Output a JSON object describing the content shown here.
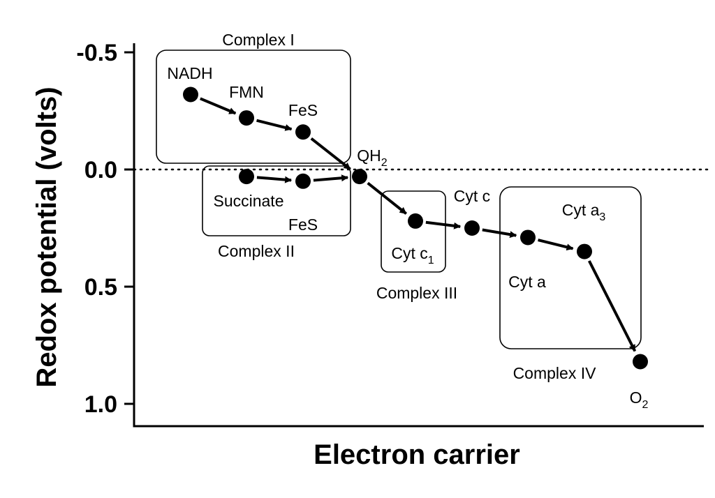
{
  "chart_data": {
    "type": "scatter",
    "title": "",
    "xlabel": "Electron carrier",
    "ylabel": "Redox potential (volts)",
    "y_inverted": true,
    "ylim": [
      -0.5,
      1.1
    ],
    "y_ticks": [
      "-0.5",
      "0.0",
      "0.5",
      "1.0"
    ],
    "reference_line": {
      "y": 0.0,
      "style": "dotted"
    },
    "points": [
      {
        "id": "nadh",
        "label": "NADH",
        "sub": "",
        "x": 1,
        "y": -0.32
      },
      {
        "id": "fmn",
        "label": "FMN",
        "sub": "",
        "x": 2,
        "y": -0.22
      },
      {
        "id": "fes1",
        "label": "FeS",
        "sub": "",
        "x": 3,
        "y": -0.16
      },
      {
        "id": "succ",
        "label": "Succinate",
        "sub": "",
        "x": 2,
        "y": 0.03
      },
      {
        "id": "fes2",
        "label": "FeS",
        "sub": "",
        "x": 3,
        "y": 0.05
      },
      {
        "id": "qh2",
        "label": "QH",
        "sub": "2",
        "x": 4,
        "y": 0.03
      },
      {
        "id": "cytc1",
        "label": "Cyt c",
        "sub": "1",
        "x": 5,
        "y": 0.22
      },
      {
        "id": "cytc",
        "label": "Cyt c",
        "sub": "",
        "x": 6,
        "y": 0.25
      },
      {
        "id": "cyta",
        "label": "Cyt a",
        "sub": "",
        "x": 7,
        "y": 0.29
      },
      {
        "id": "cyta3",
        "label": "Cyt a",
        "sub": "3",
        "x": 8,
        "y": 0.35
      },
      {
        "id": "o2",
        "label": "O",
        "sub": "2",
        "x": 9,
        "y": 0.82
      }
    ],
    "arrows": [
      [
        "nadh",
        "fmn"
      ],
      [
        "fmn",
        "fes1"
      ],
      [
        "fes1",
        "qh2"
      ],
      [
        "succ",
        "fes2"
      ],
      [
        "fes2",
        "qh2"
      ],
      [
        "qh2",
        "cytc1"
      ],
      [
        "cytc1",
        "cytc"
      ],
      [
        "cytc",
        "cyta"
      ],
      [
        "cyta",
        "cyta3"
      ],
      [
        "cyta3",
        "o2"
      ]
    ],
    "complexes": [
      {
        "id": "c1",
        "label": "Complex I"
      },
      {
        "id": "c2",
        "label": "Complex II"
      },
      {
        "id": "c3",
        "label": "Complex III"
      },
      {
        "id": "c4",
        "label": "Complex IV"
      }
    ]
  }
}
